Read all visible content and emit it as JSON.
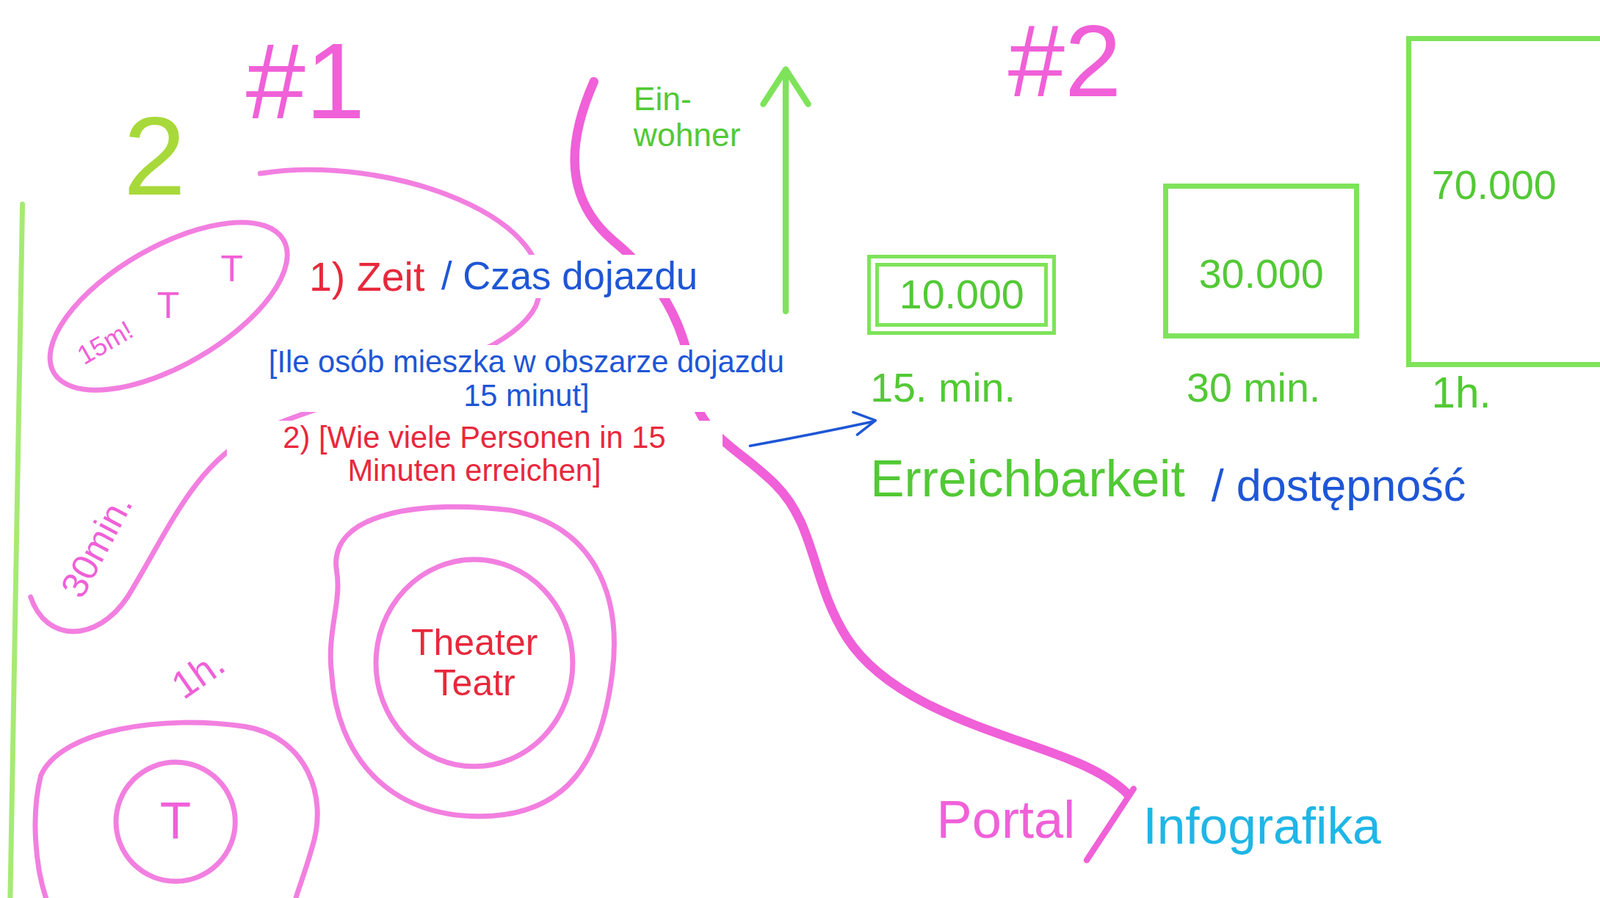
{
  "diagram": {
    "nodes": [
      {
        "text": [
          "15m!",
          "T",
          "T"
        ]
      },
      {
        "text": [
          "Theater Teatr"
        ]
      },
      {
        "text": [
          "T"
        ]
      },
      {
        "text": [
          "10.000"
        ]
      },
      {
        "text": [
          "30.000"
        ]
      },
      {
        "text": [
          "70.000"
        ]
      }
    ],
    "labels": [
      "2",
      "#1",
      "#2",
      "1) Zeit",
      "/ Czas dojazdu",
      "[Ile osób mieszka w obszarze dojazdu 15 minut]",
      "2) [Wie viele Personen in 15 Minuten erreichen]",
      "30min.",
      "1h.",
      "Ein- wohner",
      "15. min.",
      "30 min.",
      "1h.",
      "Erreichbarkeit",
      "/ dostępność",
      "Portal",
      "Infografika"
    ]
  }
}
